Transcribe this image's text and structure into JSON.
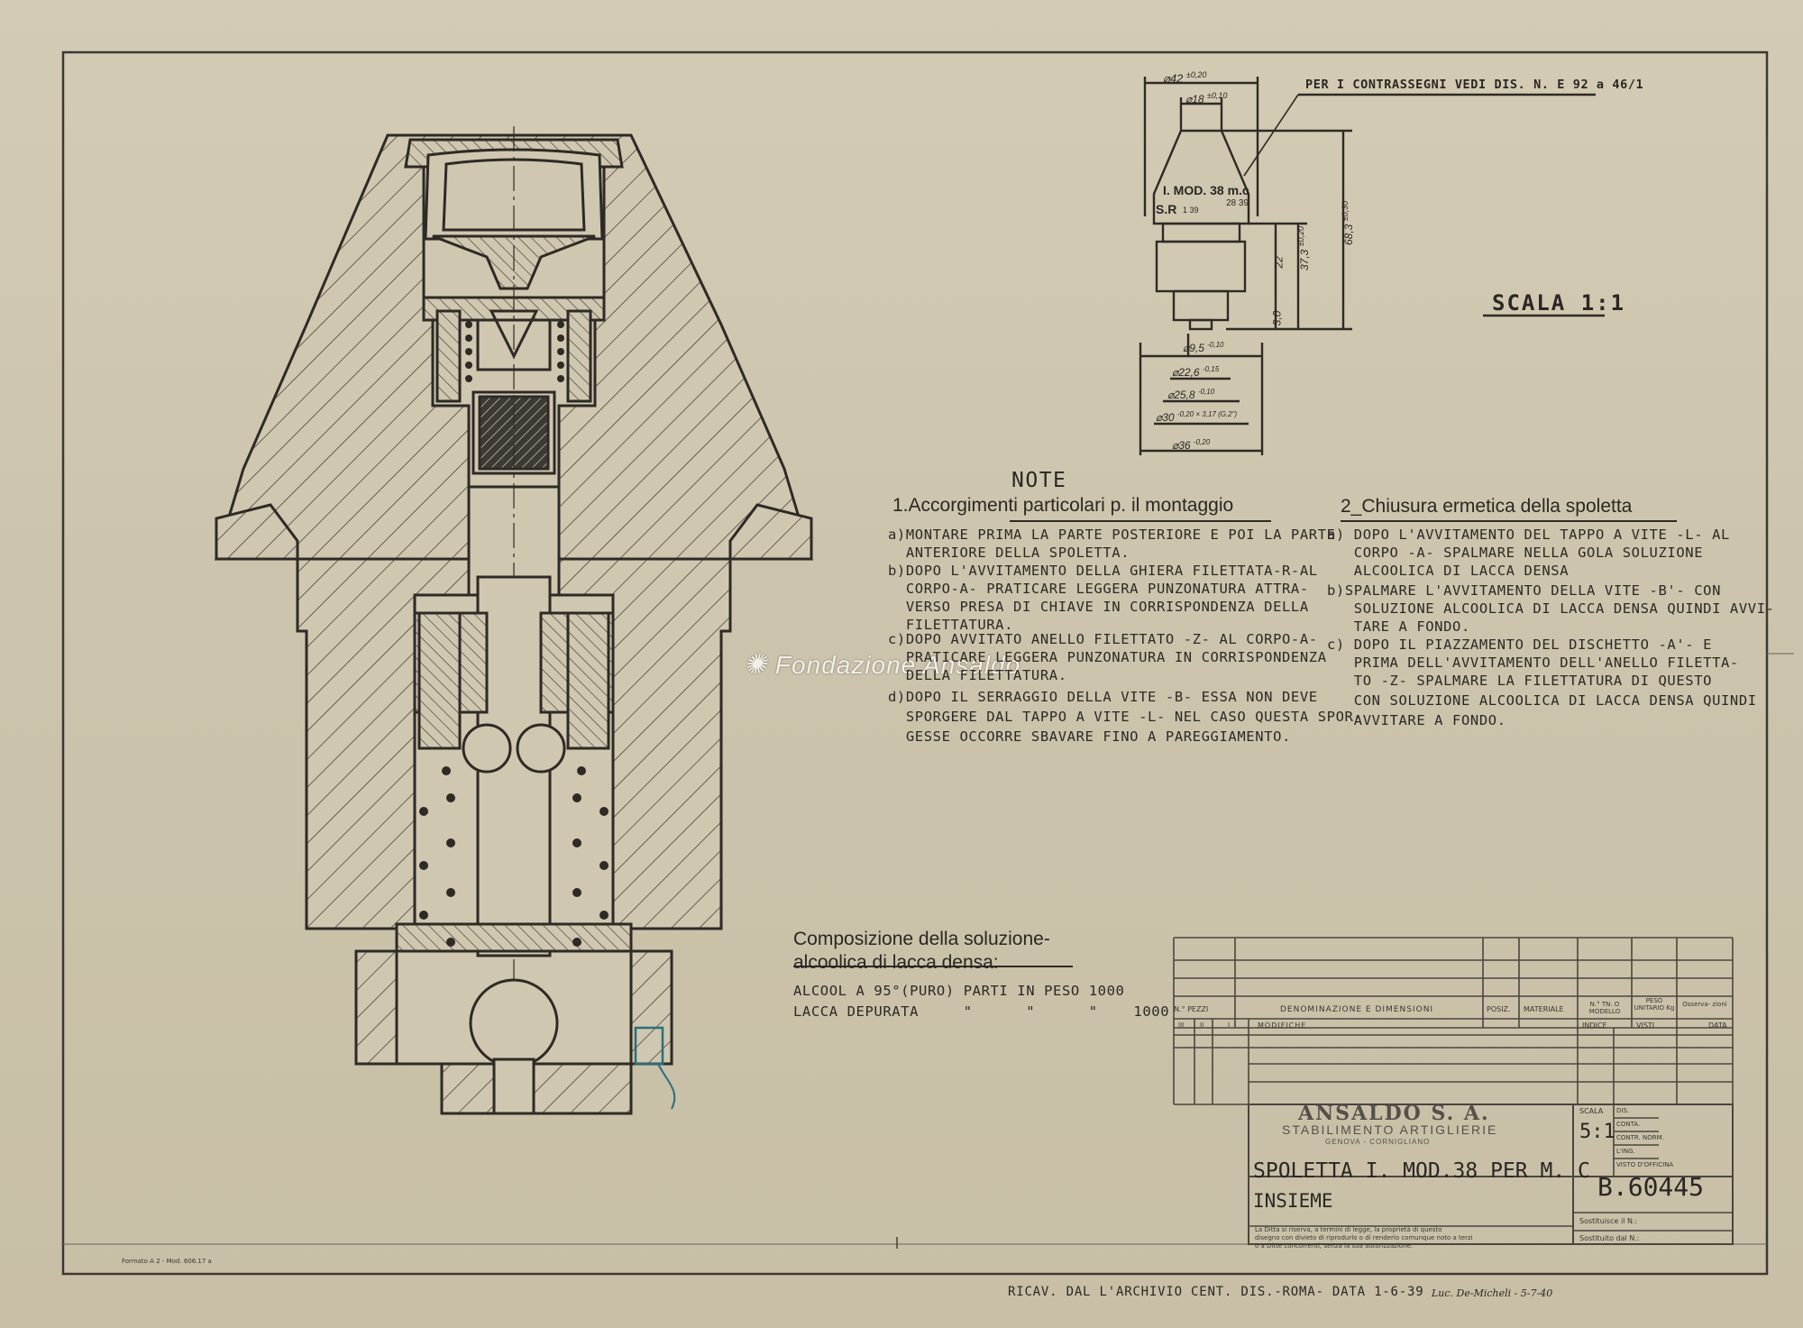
{
  "scale_label": "SCALA 1:1",
  "contrassegni_note": "PER I CONTRASSEGNI VEDI DIS. N. E 92 a 46/1",
  "watermark": "Fondazione Ansaldo",
  "detail": {
    "marking_line1": "I. MOD. 38 m.c",
    "marking_sr": "S.R",
    "marking_sr_sub": "1 39",
    "marking_right": "28 39",
    "dims": {
      "d42": "⌀42",
      "d42_tol": "±0,20",
      "d18": "⌀18",
      "d18_tol": "±0,10",
      "v22": "22",
      "v30": "3,0",
      "v373": "37,3",
      "v373_tol": "±0,20",
      "v683": "68,3",
      "v683_tol": "±0,30",
      "d95": "⌀9,5",
      "d95_tol": "-0,10",
      "d226": "⌀22,6",
      "d226_tol": "-0,15",
      "d258": "⌀25,8",
      "d258_tol": "-0,10",
      "d30": "⌀30",
      "d30_tol": "-0,20 × 3,17 (G.2\")",
      "d36": "⌀36",
      "d36_tol": "-0,20"
    }
  },
  "notes": {
    "title": "NOTE",
    "section1_title": "1.Accorgimenti particolari p. il montaggio",
    "section1_lines": [
      "a)MONTARE PRIMA LA PARTE POSTERIORE E POI LA PARTE",
      "  ANTERIORE DELLA SPOLETTA.",
      "b)DOPO L'AVVITAMENTO DELLA GHIERA FILETTATA-R-AL",
      "  CORPO-A- PRATICARE LEGGERA PUNZONATURA ATTRA-",
      "  VERSO PRESA DI CHIAVE IN CORRISPONDENZA DELLA",
      "  FILETTATURA.",
      "c)DOPO AVVITATO ANELLO FILETTATO -Z- AL CORPO-A-",
      "  PRATICARE LEGGERA PUNZONATURA IN CORRISPONDENZA",
      "  DELLA FILETTATURA.",
      "d)DOPO IL SERRAGGIO DELLA VITE -B- ESSA NON DEVE",
      "  SPORGERE DAL TAPPO A VITE -L- NEL CASO QUESTA SPOR-",
      "  GESSE OCCORRE SBAVARE FINO A PAREGGIAMENTO."
    ],
    "section2_title": "2_Chiusura ermetica della spoletta",
    "section2_lines": [
      "a) DOPO L'AVVITAMENTO DEL TAPPO A VITE -L- AL",
      "   CORPO -A- SPALMARE NELLA GOLA SOLUZIONE",
      "   ALCOOLICA DI LACCA DENSA",
      "b)SPALMARE L'AVVITAMENTO DELLA VITE -B'- CON",
      "   SOLUZIONE ALCOOLICA DI LACCA DENSA QUINDI AVVI-",
      "   TARE A FONDO.",
      "c) DOPO IL PIAZZAMENTO DEL DISCHETTO -A'- E",
      "   PRIMA DELL'AVVITAMENTO DELL'ANELLO FILETTA-",
      "   TO -Z- SPALMARE LA FILETTATURA DI QUESTO",
      "   CON SOLUZIONE ALCOOLICA DI LACCA DENSA QUINDI",
      "   AVVITARE A FONDO."
    ]
  },
  "composition": {
    "title_line1": "Composizione della soluzione-",
    "title_line2": "alcoolica di lacca densa:",
    "row1": "ALCOOL A 95°(PURO) PARTI IN PESO 1000",
    "row2": "LACCA DEPURATA     \"      \"      \"    1000"
  },
  "title_block": {
    "headers": {
      "pezzi": "N.° PEZZI",
      "denominazione": "DENOMINAZIONE E DIMENSIONI",
      "posiz": "POSIZ.",
      "materiale": "MATERIALE",
      "tn_modello": "N.° TN. O MODELLO",
      "peso": "PESO UNITARIO Kg",
      "osservazioni": "Osserva- zioni"
    },
    "rev_cols": [
      "III",
      "II",
      "I"
    ],
    "modifiche": "MODIFICHE",
    "indice": "INDICE",
    "visti": "VISTI",
    "data": "DATA",
    "company": "ANSALDO S. A.",
    "plant": "STABILIMENTO ARTIGLIERIE",
    "location": "GENOVA - CORNIGLIANO",
    "scala_label": "SCALA",
    "scala_value": "5:1",
    "sign_rows": [
      "DIS.",
      "CONTA.",
      "CONTR. NORM.",
      "L'ING.",
      "VISTO D'OFFICINA"
    ],
    "drawing_title_1": "SPOLETTA I. MOD.38 PER M. C",
    "drawing_title_2": "INSIEME",
    "drawing_number": "B.60445",
    "legal": [
      "La Ditta si riserva, a termini di legge, la proprietà di questo",
      "disegno con divieto di riprodurlo o di renderlo comunque noto a terzi",
      "o a Ditte concorrenti, senza la sua autorizzazione."
    ],
    "sostituisce": "Sostituisce il N.:",
    "sostituito": "Sostituito dal N.:"
  },
  "format_note": "Formato A 2 - Mod. 606.17 a",
  "footer_archive": "RICAV. DAL L'ARCHIVIO CENT. DIS.-ROMA- DATA 1-6-39",
  "footer_signature": "Luc. De-Micheli - 5-7-40"
}
